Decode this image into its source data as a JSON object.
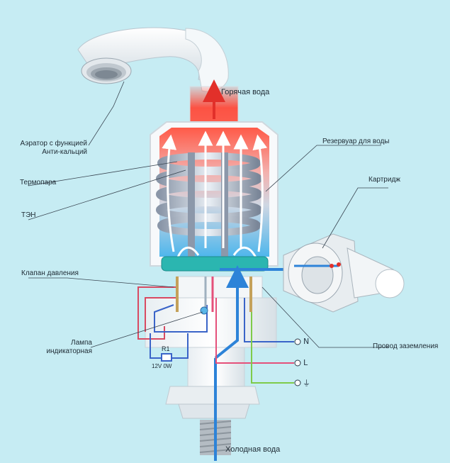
{
  "labels": {
    "hot_water": "Горячая вода",
    "cold_water": "Холодная вода",
    "aerator_line1": "Аэратор с функцией",
    "aerator_line2": "Анти-кальций",
    "thermocouple": "Термопара",
    "heater": "ТЭН",
    "pressure_valve": "Клапан давления",
    "lamp_line1": "Лампа",
    "lamp_line2": "индикаторная",
    "reservoir": "Резервуар для воды",
    "cartridge": "Картридж",
    "ground_wire": "Провод заземления"
  },
  "terminals": {
    "n": "N",
    "l": "L",
    "ground": "⏚"
  },
  "resistor": {
    "name": "R1",
    "value": "12V 0W"
  },
  "colors": {
    "background": "#c6ecf3",
    "hot": "#ff4a3a",
    "cold": "#2d83d8",
    "wire_n": "#3a64c8",
    "wire_l": "#e5507a",
    "wire_ground": "#7ecb4a",
    "wire_red": "#d84a62"
  }
}
